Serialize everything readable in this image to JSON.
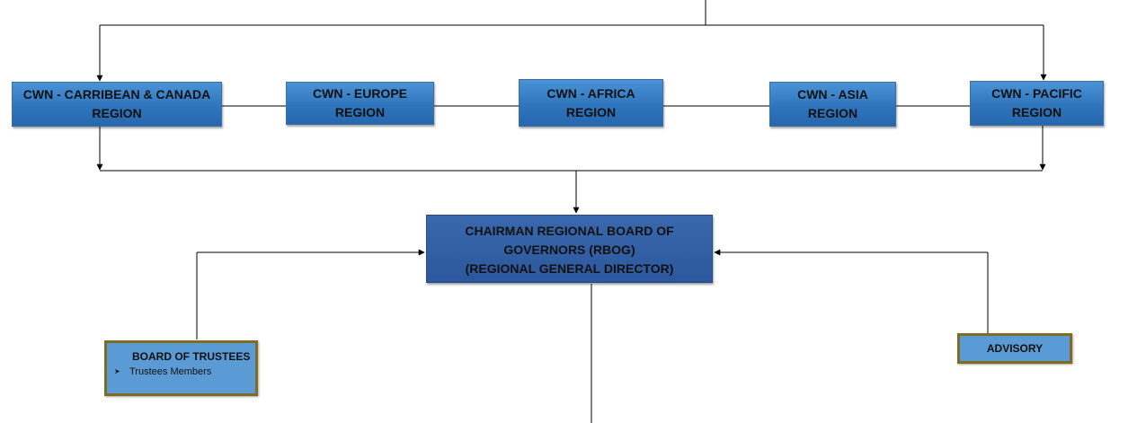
{
  "regions": [
    {
      "line1": "CWN - CARRIBEAN & CANADA",
      "line2": "REGION"
    },
    {
      "line1": "CWN - EUROPE",
      "line2": "REGION"
    },
    {
      "line1": "CWN - AFRICA",
      "line2": "REGION"
    },
    {
      "line1": "CWN - ASIA",
      "line2": "REGION"
    },
    {
      "line1": "CWN - PACIFIC",
      "line2": "REGION"
    }
  ],
  "chairman": {
    "line1": "CHAIRMAN REGIONAL BOARD OF",
    "line2": "GOVERNORS (RBOG)",
    "line3": "(REGIONAL GENERAL DIRECTOR)"
  },
  "trustees": {
    "title": "BOARD OF TRUSTEES",
    "items": [
      "Trustees Members"
    ],
    "bullet_icon": "arrowhead-bullet-icon"
  },
  "advisory": {
    "title": "ADVISORY"
  },
  "colors": {
    "region_fill": "#3380c6",
    "chairman_fill": "#2f5ea3",
    "olive_border": "#7f6b21",
    "light_box_fill": "#5b9bd5",
    "connector": "#000000"
  }
}
